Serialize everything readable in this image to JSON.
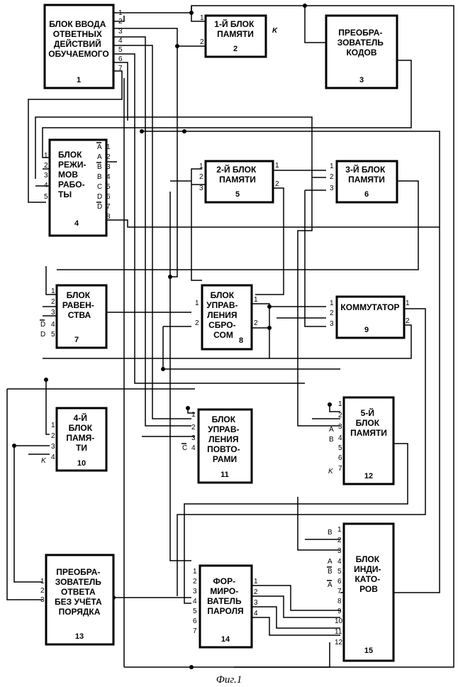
{
  "caption": "Фиг.1",
  "blocks": [
    {
      "id": "b1",
      "name": "block-input-responses",
      "lines": [
        "БЛОК ВВОДА",
        "ОТВЕТНЫХ",
        "ДЕЙСТВИЙ",
        "ОБУЧАЕМОГО"
      ],
      "num": "1"
    },
    {
      "id": "b2",
      "name": "block-memory-1",
      "lines": [
        "1-Й БЛОК",
        "ПАМЯТИ"
      ],
      "num": "2"
    },
    {
      "id": "b3",
      "name": "block-code-converter",
      "lines": [
        "ПРЕОБРА-",
        "ЗОВАТЕЛЬ",
        "КОДОВ"
      ],
      "num": "3"
    },
    {
      "id": "b4",
      "name": "block-modes",
      "lines": [
        "БЛОК",
        "РЕЖИ-",
        "МОВ",
        "РАБО-",
        "ТЫ"
      ],
      "num": "4"
    },
    {
      "id": "b5",
      "name": "block-memory-2",
      "lines": [
        "2-Й БЛОК",
        "ПАМЯТИ"
      ],
      "num": "5"
    },
    {
      "id": "b6",
      "name": "block-memory-3",
      "lines": [
        "3-Й БЛОК",
        "ПАМЯТИ"
      ],
      "num": "6"
    },
    {
      "id": "b7",
      "name": "block-equality",
      "lines": [
        "БЛОК",
        "РАВЕН-",
        "СТВА"
      ],
      "num": "7"
    },
    {
      "id": "b8",
      "name": "block-reset-control",
      "lines": [
        "БЛОК",
        "УПРАВ-",
        "ЛЕНИЯ",
        "СБРО-",
        "СОМ"
      ],
      "num": "8"
    },
    {
      "id": "b9",
      "name": "block-commutator",
      "lines": [
        "КОММУТАТОР"
      ],
      "num": "9"
    },
    {
      "id": "b10",
      "name": "block-memory-4",
      "lines": [
        "4-Й",
        "БЛОК",
        "ПАМЯ-",
        "ТИ"
      ],
      "num": "10"
    },
    {
      "id": "b11",
      "name": "block-repeat-control",
      "lines": [
        "БЛОК",
        "УПРАВ-",
        "ЛЕНИЯ",
        "ПОВТО-",
        "РАМИ"
      ],
      "num": "11"
    },
    {
      "id": "b12",
      "name": "block-memory-5",
      "lines": [
        "5-Й",
        "БЛОК",
        "ПАМЯТИ"
      ],
      "num": "12"
    },
    {
      "id": "b13",
      "name": "block-answer-converter",
      "lines": [
        "ПРЕОБРА-",
        "ЗОВАТЕЛЬ",
        "ОТВЕТА",
        "БЕЗ УЧЁТА",
        "ПОРЯДКА"
      ],
      "num": "13"
    },
    {
      "id": "b14",
      "name": "block-password-former",
      "lines": [
        "ФОР-",
        "МИРО-",
        "ВАТЕЛЬ",
        "ПАРОЛЯ"
      ],
      "num": "14"
    },
    {
      "id": "b15",
      "name": "block-indicators",
      "lines": [
        "БЛОК",
        "ИНДИ-",
        "КАТО-",
        "РОВ"
      ],
      "num": "15"
    }
  ],
  "pin_labels": {
    "b1_out": [
      "1",
      "2",
      "3",
      "4",
      "5",
      "6",
      "7"
    ],
    "b2_in": [
      "1",
      "2"
    ],
    "b2_out": "K",
    "b4_in": [
      "1",
      "2",
      "3",
      "4",
      "5"
    ],
    "b4_out": [
      "1",
      "2",
      "3",
      "4",
      "5",
      "6",
      "7",
      "8"
    ],
    "b4_sig": [
      "A",
      "A",
      "B",
      "B",
      "C",
      "D",
      "D"
    ],
    "b5_in": [
      "1",
      "2",
      "3"
    ],
    "b5_out": [
      "1",
      "2"
    ],
    "b6_in": [
      "1",
      "2",
      "3"
    ],
    "b7_in": [
      "1",
      "2",
      "3",
      "4",
      "5"
    ],
    "b7_sig": [
      "D",
      "D"
    ],
    "b8_in": [
      "1",
      "2"
    ],
    "b8_out": [
      "1",
      "2"
    ],
    "b9_in": [
      "1",
      "2",
      "3"
    ],
    "b9_out": [
      "1",
      "2"
    ],
    "b10_in": [
      "1",
      "2",
      "3",
      "4"
    ],
    "b10_sig": "K",
    "b11_in": [
      "1",
      "2",
      "3",
      "4"
    ],
    "b11_sig": "C",
    "b12_in": [
      "1",
      "2",
      "3",
      "4",
      "5",
      "6",
      "7"
    ],
    "b12_sig": [
      "A",
      "B",
      "K"
    ],
    "b13_in": [
      "1",
      "2",
      "3"
    ],
    "b14_in": [
      "1",
      "2",
      "3",
      "4",
      "5",
      "6",
      "7"
    ],
    "b14_out": [
      "1",
      "2",
      "3",
      "4"
    ],
    "b15_in": [
      "1",
      "2",
      "3",
      "4",
      "5",
      "6",
      "7",
      "8",
      "9",
      "10",
      "11",
      "12"
    ],
    "b15_sig": [
      "B",
      "A",
      "B",
      "A"
    ]
  }
}
